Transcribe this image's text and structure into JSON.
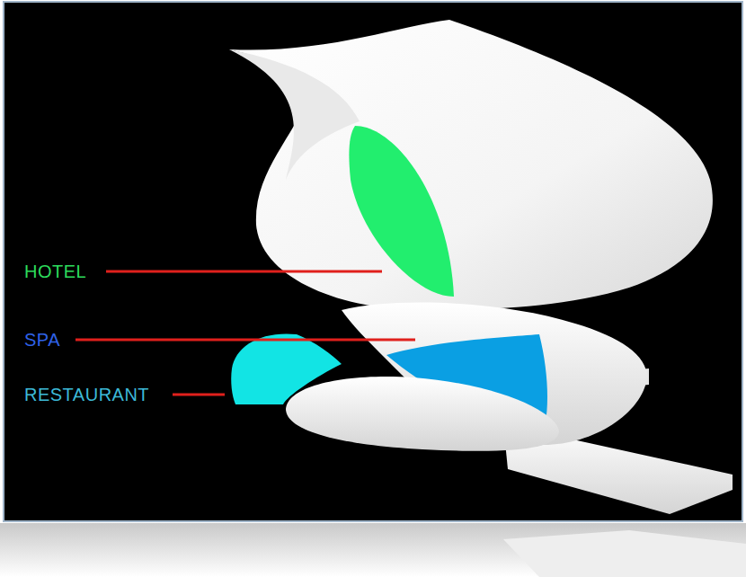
{
  "diagram": {
    "labels": [
      "HOTEL",
      "SPA",
      "RESTAURANT"
    ]
  }
}
